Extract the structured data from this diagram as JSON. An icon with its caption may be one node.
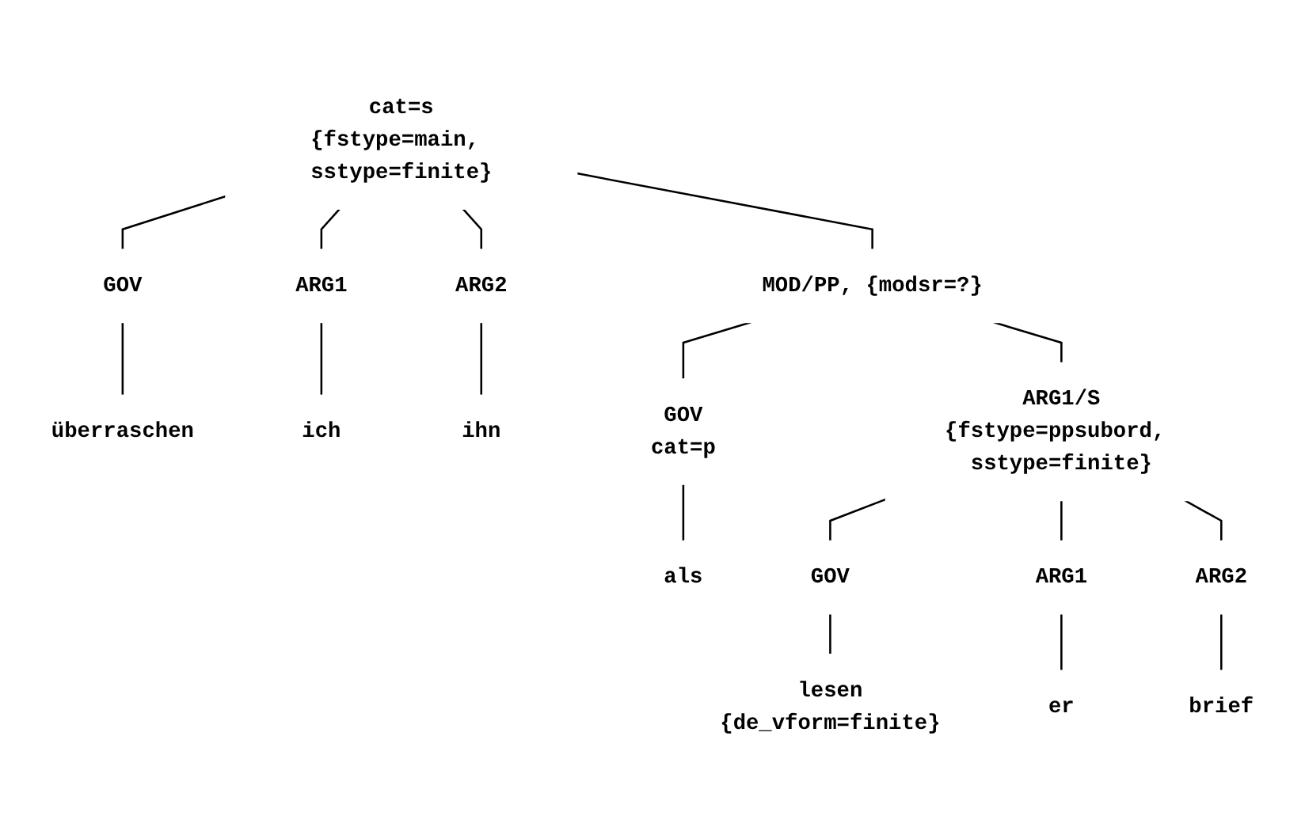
{
  "diagram": {
    "nodes": [
      {
        "text": [
          "cat=s",
          "{fstype=main, sstype=finite}"
        ]
      },
      {
        "text": [
          "GOV"
        ]
      },
      {
        "text": [
          "ARG1"
        ]
      },
      {
        "text": [
          "ARG2"
        ]
      },
      {
        "text": [
          "MOD/PP, {modsr=?}"
        ]
      },
      {
        "text": [
          "überraschen"
        ]
      },
      {
        "text": [
          "ich"
        ]
      },
      {
        "text": [
          "ihn"
        ]
      },
      {
        "text": [
          "GOV",
          "cat=p"
        ]
      },
      {
        "text": [
          "ARG1/S",
          "{fstype=ppsubord, sstype=finite}"
        ]
      },
      {
        "text": [
          "als"
        ]
      },
      {
        "text": [
          "GOV"
        ]
      },
      {
        "text": [
          "ARG1"
        ]
      },
      {
        "text": [
          "ARG2"
        ]
      },
      {
        "text": [
          "lesen",
          "{de_vform=finite}"
        ]
      },
      {
        "text": [
          "er"
        ]
      },
      {
        "text": [
          "brief"
        ]
      }
    ],
    "edges": [
      {
        "from": 0,
        "to": 1,
        "arrow": "none"
      },
      {
        "from": 0,
        "to": 2,
        "arrow": "none"
      },
      {
        "from": 0,
        "to": 3,
        "arrow": "none"
      },
      {
        "from": 0,
        "to": 4,
        "arrow": "none"
      },
      {
        "from": 1,
        "to": 5,
        "arrow": "none"
      },
      {
        "from": 2,
        "to": 6,
        "arrow": "none"
      },
      {
        "from": 3,
        "to": 7,
        "arrow": "none"
      },
      {
        "from": 4,
        "to": 8,
        "arrow": "none"
      },
      {
        "from": 4,
        "to": 9,
        "arrow": "none"
      },
      {
        "from": 8,
        "to": 10,
        "arrow": "none"
      },
      {
        "from": 9,
        "to": 11,
        "arrow": "none"
      },
      {
        "from": 9,
        "to": 12,
        "arrow": "none"
      },
      {
        "from": 9,
        "to": 13,
        "arrow": "none"
      },
      {
        "from": 11,
        "to": 14,
        "arrow": "none"
      },
      {
        "from": 12,
        "to": 15,
        "arrow": "none"
      },
      {
        "from": 13,
        "to": 16,
        "arrow": "none"
      }
    ]
  }
}
